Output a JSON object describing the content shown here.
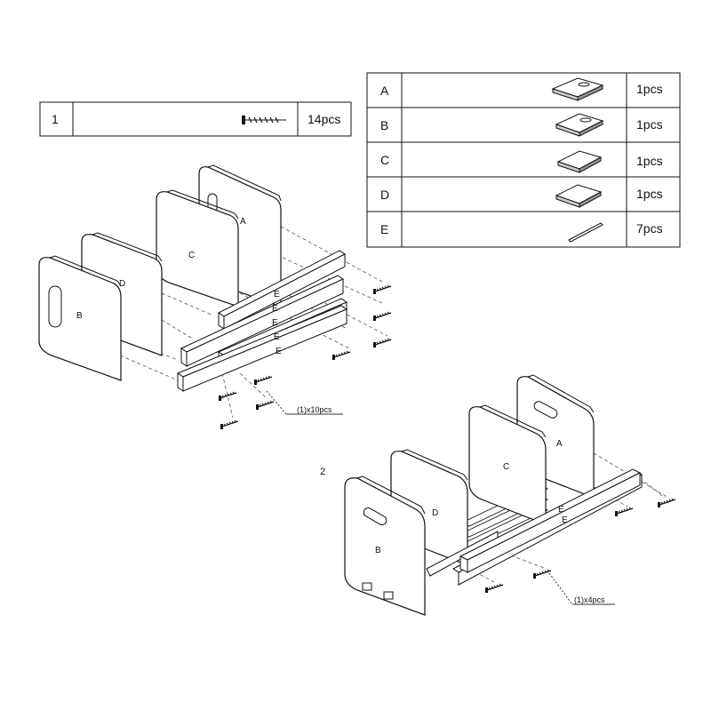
{
  "hardware_table": {
    "rows": [
      {
        "id": "1",
        "qty": "14pcs",
        "icon": "screw-icon"
      }
    ]
  },
  "parts_table": {
    "rows": [
      {
        "id": "A",
        "qty": "1pcs",
        "icon": "panel-with-handle-icon"
      },
      {
        "id": "B",
        "qty": "1pcs",
        "icon": "panel-with-handle-icon"
      },
      {
        "id": "C",
        "qty": "1pcs",
        "icon": "plain-panel-icon"
      },
      {
        "id": "D",
        "qty": "1pcs",
        "icon": "plain-panel-icon"
      },
      {
        "id": "E",
        "qty": "7pcs",
        "icon": "slat-icon"
      }
    ]
  },
  "step1": {
    "labels": {
      "A": "A",
      "B": "B",
      "C": "C",
      "D": "D",
      "E": "E"
    },
    "callout": "(1)x10pcs"
  },
  "step2": {
    "number": "2",
    "labels": {
      "A": "A",
      "B": "B",
      "C": "C",
      "D": "D",
      "E": "E"
    },
    "callout": "(1)x4pcs"
  }
}
